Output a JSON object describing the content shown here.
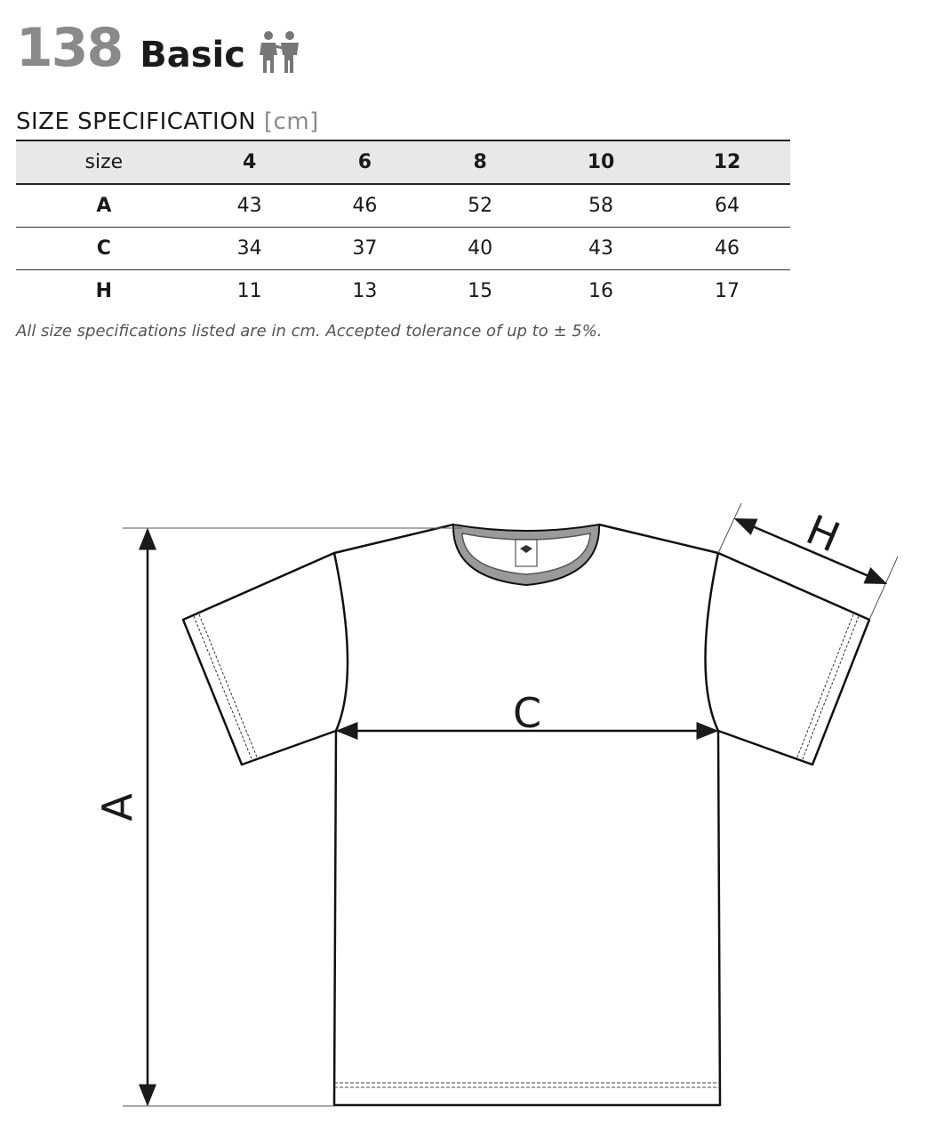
{
  "product": {
    "code": "138",
    "name": "Basic",
    "audience_icon": "kids-icon"
  },
  "spec": {
    "title": "SIZE SPECIFICATION",
    "unit": "[cm]"
  },
  "table": {
    "header_label": "size",
    "sizes": [
      "4",
      "6",
      "8",
      "10",
      "12"
    ],
    "rows": [
      {
        "label": "A",
        "values": [
          "43",
          "46",
          "52",
          "58",
          "64"
        ]
      },
      {
        "label": "C",
        "values": [
          "34",
          "37",
          "40",
          "43",
          "46"
        ]
      },
      {
        "label": "H",
        "values": [
          "11",
          "13",
          "15",
          "16",
          "17"
        ]
      }
    ]
  },
  "note": "All size specifications listed are in cm. Accepted tolerance of up to ± 5%.",
  "diagram": {
    "label_a": "A",
    "label_c": "C",
    "label_h": "H"
  }
}
